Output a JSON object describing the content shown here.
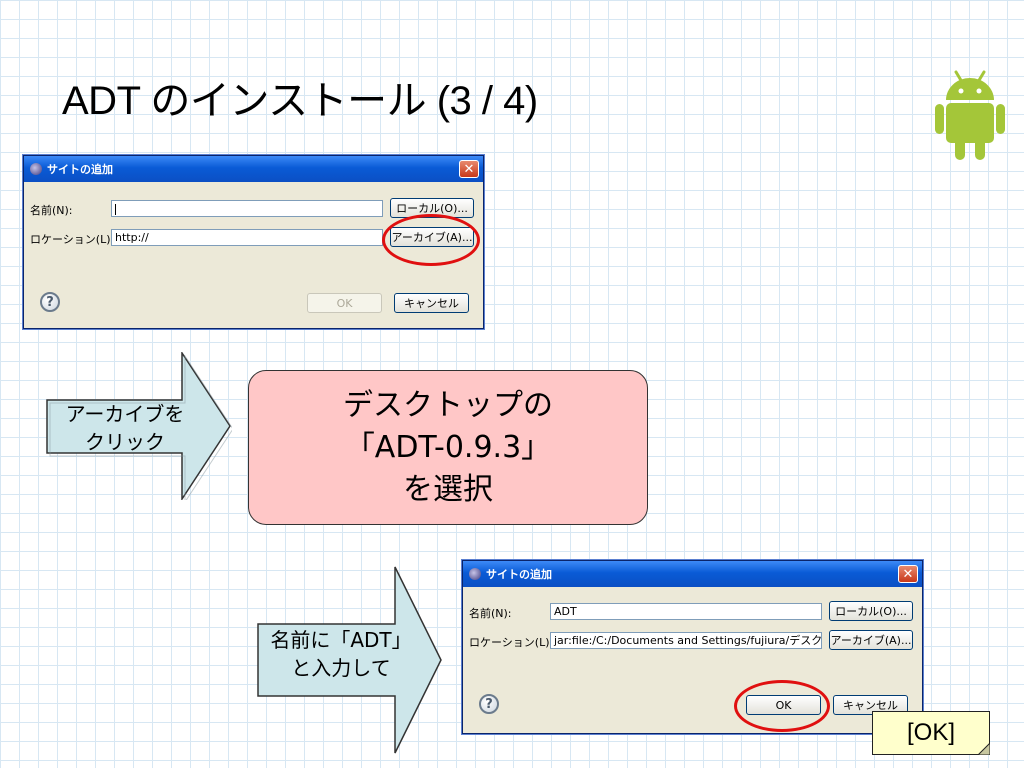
{
  "slide": {
    "title": "ADT のインストール (3 / 4)"
  },
  "dialog_top": {
    "title": "サイトの追加",
    "name_label": "名前(N):",
    "name_value": "",
    "location_label": "ロケーション(L):",
    "location_value": "http://",
    "local_button": "ローカル(O)...",
    "archive_button": "アーカイブ(A)...",
    "ok_button": "OK",
    "cancel_button": "キャンセル",
    "help_symbol": "?",
    "close_symbol": "✕"
  },
  "dialog_bottom": {
    "title": "サイトの追加",
    "name_label": "名前(N):",
    "name_value": "ADT",
    "location_label": "ロケーション(L):",
    "location_value": "jar:file:/C:/Documents and Settings/fujiura/デスク",
    "local_button": "ローカル(O)...",
    "archive_button": "アーカイブ(A)...",
    "ok_button": "OK",
    "cancel_button": "キャンセル",
    "help_symbol": "?",
    "close_symbol": "✕"
  },
  "callouts": {
    "archive_arrow_line1": "アーカイブを",
    "archive_arrow_line2": "クリック",
    "name_arrow_line1": "名前に「ADT」",
    "name_arrow_line2": "と入力して",
    "instruction_line1": "デスクトップの",
    "instruction_line2": "「ADT-0.9.3」",
    "instruction_line3": "を選択",
    "ok_note": "[OK]"
  },
  "colors": {
    "arrow_fill": "#cde6ea",
    "instruction_box": "#ffc7c7",
    "note_fill": "#ffffcc",
    "highlight_ring": "#e01010",
    "android_green": "#a4c639"
  },
  "icons": {
    "android": "android-logo",
    "help": "help-icon",
    "close": "close-icon",
    "eclipse": "eclipse-icon"
  }
}
